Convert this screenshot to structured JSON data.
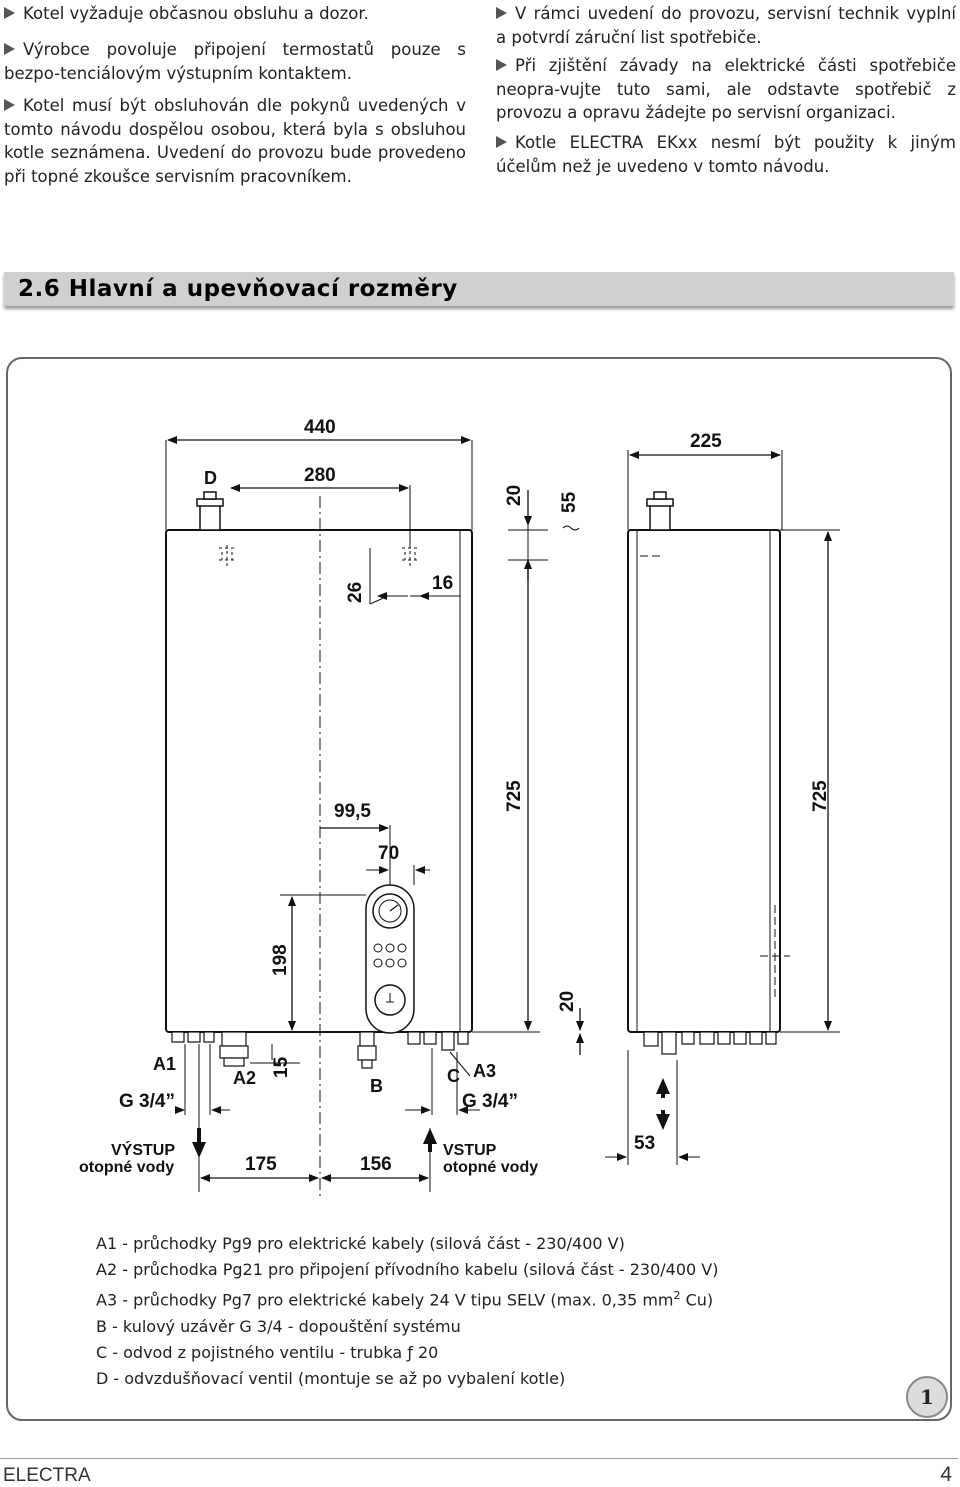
{
  "bullets_left": [
    "Kotel vyžaduje občasnou obsluhu a dozor.",
    "Výrobce povoluje připojení termostatů pouze s bezpo-tenciálovým výstupním kontaktem.",
    "Kotel musí být obsluhován dle pokynů uvedených v tomto návodu dospělou osobou, která byla s obsluhou kotle seznámena. Uvedení do provozu bude provedeno při topné zkoušce servisním pracovníkem."
  ],
  "bullets_right": [
    "V rámci uvedení do provozu, servisní technik vyplní a potvrdí záruční list spotřebiče.",
    "Při zjištění závady na elektrické části spotřebiče neopra-vujte tuto sami, ale odstavte spotřebič z provozu a opravu žádejte po servisní organizaci.",
    "Kotle ELECTRA EKxx nesmí být použity k jiným účelům než je uvedeno v tomto návodu."
  ],
  "section": {
    "title": "2.6 Hlavní a upevňovací rozměry"
  },
  "diagram": {
    "dims": {
      "d440": "440",
      "d280": "280",
      "d225": "225",
      "d20top": "20",
      "d55": "55",
      "d26": "26",
      "d16": "16",
      "d99": "99,5",
      "d70": "70",
      "d725a": "725",
      "d725b": "725",
      "d198": "198",
      "d20bot": "20",
      "d15": "15",
      "d175": "175",
      "d156": "156",
      "d53": "53"
    },
    "labels": {
      "D": "D",
      "A1": "A1",
      "A2": "A2",
      "B": "B",
      "C": "C",
      "A3": "A3",
      "g34_left": "G 3/4”",
      "g34_right": "G 3/4”",
      "vystup_1": "VÝSTUP",
      "vystup_2": "otopné vody",
      "vstup_1": "VSTUP",
      "vstup_2": "otopné vody"
    }
  },
  "legend": {
    "a1": "A1 - průchodky Pg9 pro elektrické kabely (silová část - 230/400 V)",
    "a2": "A2 - průchodka Pg21 pro připojení přívodního kabelu  (silová část - 230/400 V)",
    "a3_pre": "A3 - průchodky Pg7 pro elektrické kabely 24 V  tipu SELV (max. 0,35 mm",
    "a3_sup": "2",
    "a3_post": " Cu)",
    "b": "B - kulový uzávěr G 3/4  - dopouštění systému",
    "c": "C - odvod z pojistného ventilu - trubka ƒ 20",
    "d": "D - odvzdušňovací ventil (montuje se až po vybalení kotle)"
  },
  "figure_number": "1",
  "footer": {
    "brand": "ELECTRA",
    "page": "4"
  }
}
